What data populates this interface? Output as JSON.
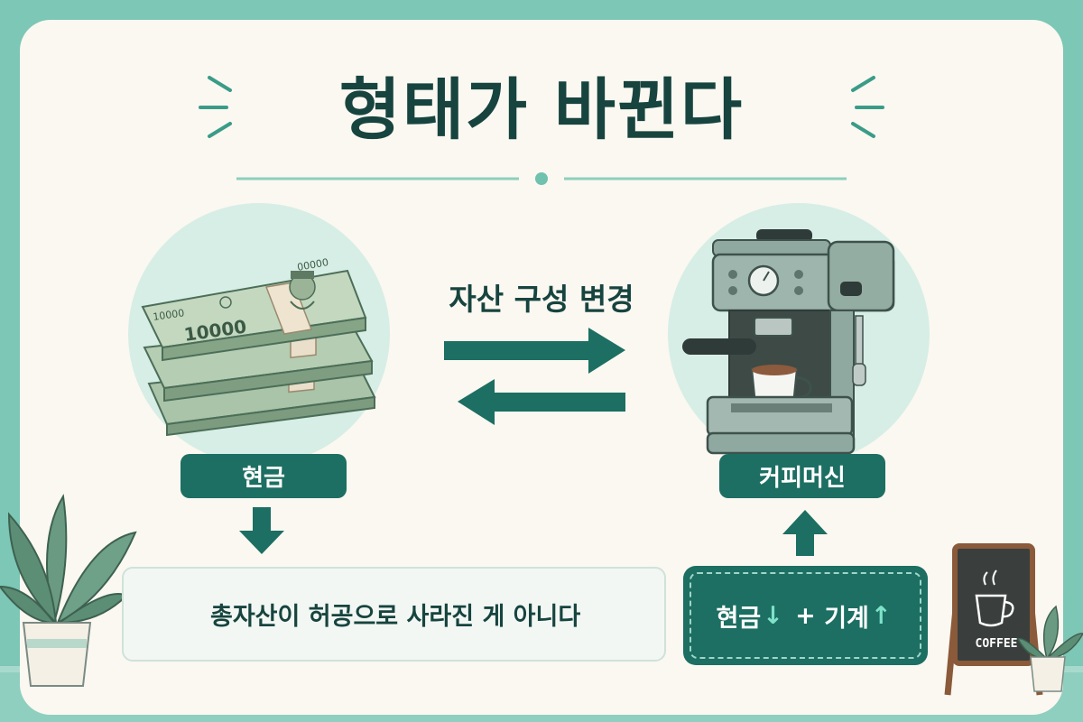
{
  "title": "형태가 바뀐다",
  "center_label": "자산 구성 변경",
  "left": {
    "label": "현금",
    "bill_text_1": "10000",
    "bill_text_2": "10000",
    "bill_text_3": "00000"
  },
  "right": {
    "label": "커피머신"
  },
  "note": {
    "text": "총자산이 허공으로 사라진 게 아니다"
  },
  "cash_box": {
    "part1": "현금",
    "down": "↓",
    "plus": " + ",
    "part2": "기계",
    "up": "↑"
  },
  "sign": {
    "text": "COFFEE"
  },
  "colors": {
    "accent": "#1c6f62",
    "background": "#fbf8f1",
    "title": "#17443f",
    "frame": "#7cc7b5"
  }
}
